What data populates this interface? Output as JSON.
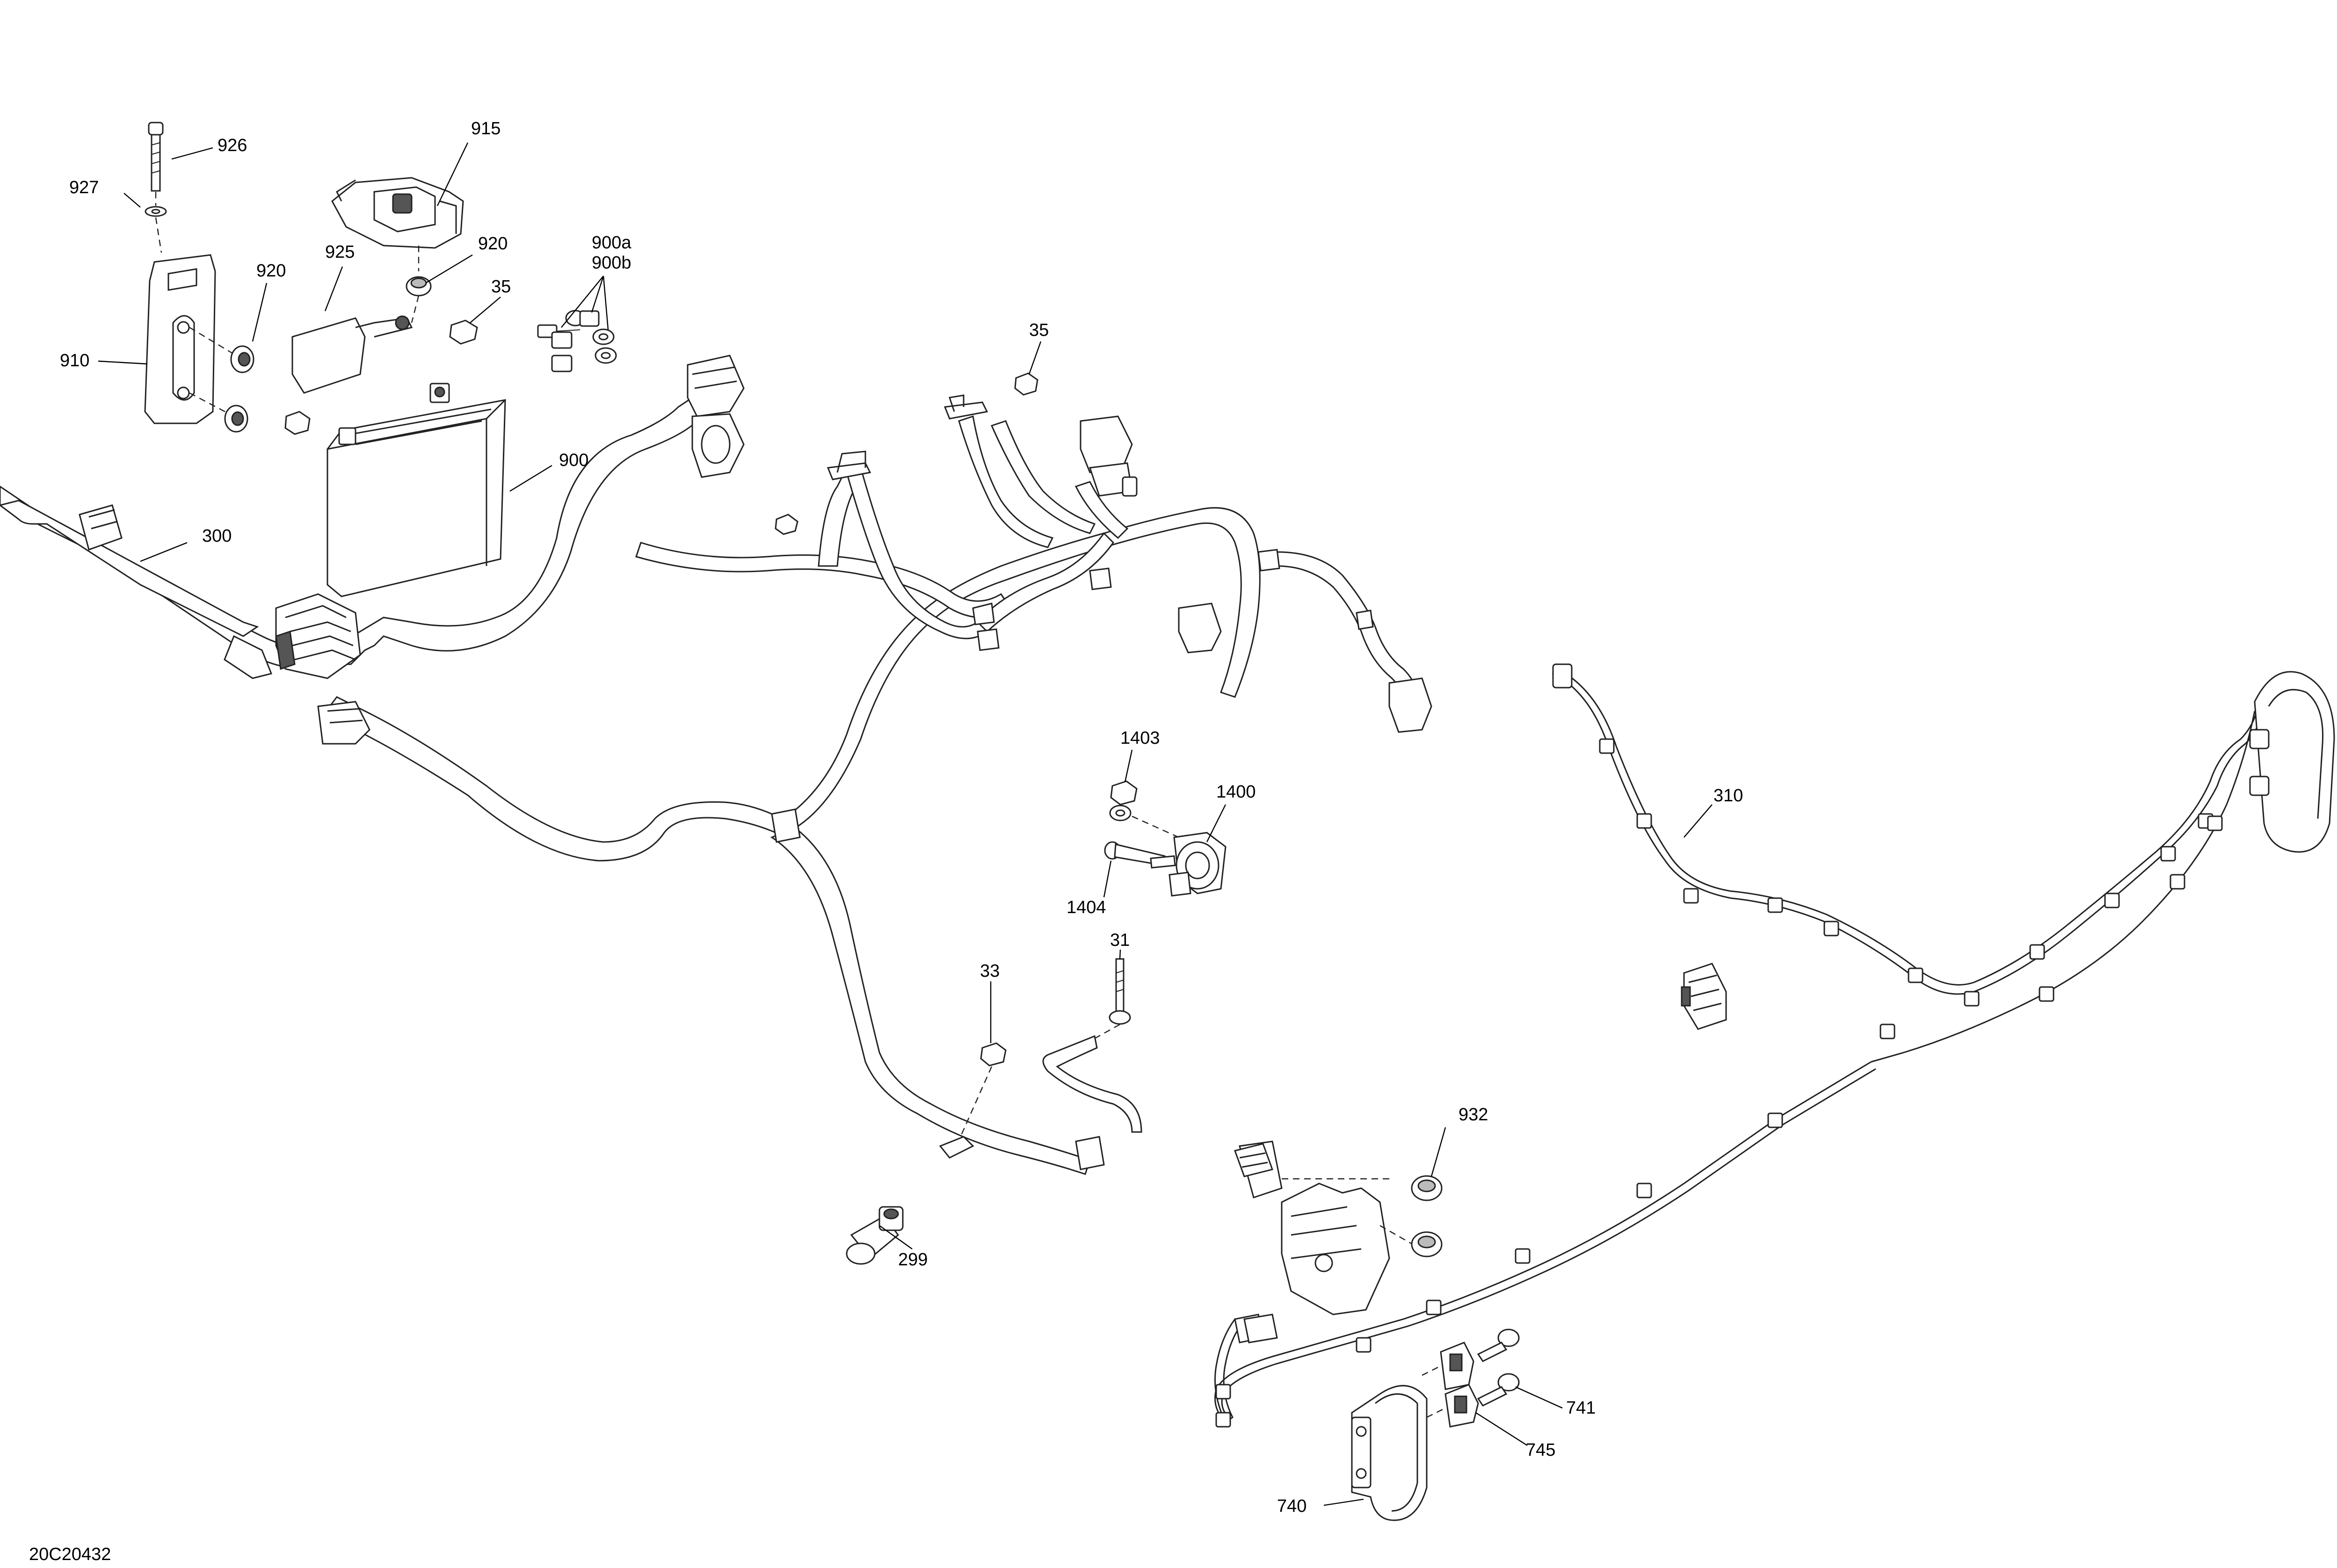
{
  "figure_id": "20C20432",
  "callouts": {
    "c926": "926",
    "c927": "927",
    "c915": "915",
    "c920a": "920",
    "c925": "925",
    "c920b": "920",
    "c900ab_1": "900a",
    "c900ab_2": "900b",
    "c35a": "35",
    "c910": "910",
    "c35b": "35",
    "c900": "900",
    "c300": "300",
    "c310": "310",
    "c1403": "1403",
    "c1400": "1400",
    "c1404": "1404",
    "c31": "31",
    "c33": "33",
    "c932": "932",
    "c299": "299",
    "c741": "741",
    "c745": "745",
    "c740": "740"
  }
}
